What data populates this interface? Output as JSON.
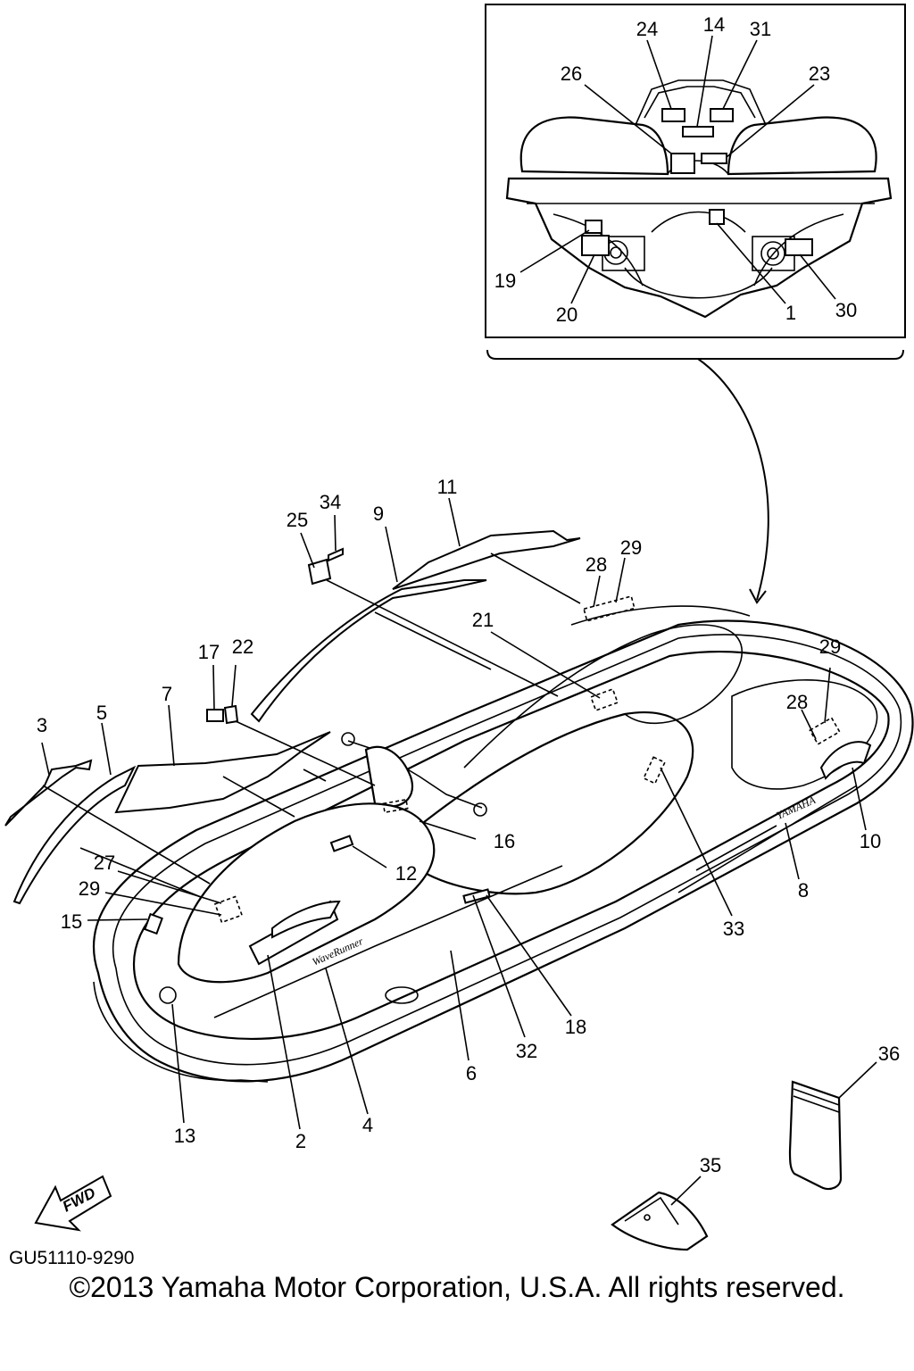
{
  "diagram": {
    "callouts": [
      "1",
      "2",
      "3",
      "4",
      "5",
      "6",
      "7",
      "8",
      "9",
      "10",
      "11",
      "12",
      "13",
      "14",
      "15",
      "16",
      "17",
      "18",
      "19",
      "20",
      "21",
      "22",
      "23",
      "24",
      "25",
      "26",
      "27",
      "28",
      "29",
      "29",
      "28",
      "29",
      "30",
      "31",
      "32",
      "33",
      "34",
      "35",
      "36"
    ],
    "direction_label": "FWD",
    "drawing_code": "GU51110-9290",
    "copyright": "©2013 Yamaha Motor Corporation, U.S.A. All rights reserved.",
    "colors": {
      "ink": "#000000",
      "paper": "#ffffff"
    },
    "icons": [
      "fwd-arrow-icon"
    ]
  }
}
